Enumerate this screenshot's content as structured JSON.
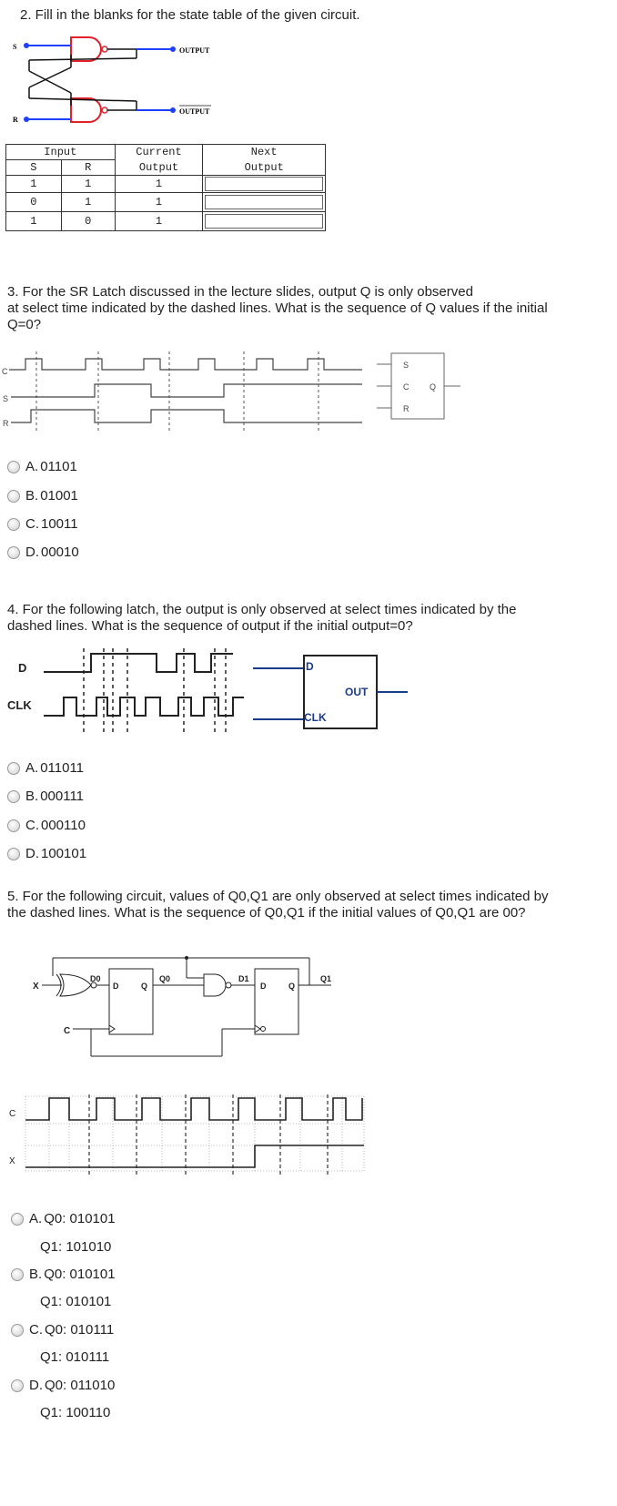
{
  "q2": {
    "title": "2. Fill in the blanks for the state table of the given circuit.",
    "label_s": "S",
    "label_r": "R",
    "label_output": "OUTPUT",
    "label_output_bar": "OUTPUT",
    "table": {
      "h_input": "Input",
      "h_current": "Current",
      "h_current2": "Output",
      "h_next": "Next",
      "h_next2": "Output",
      "h_s": "S",
      "h_r": "R",
      "rows": [
        {
          "s": "1",
          "r": "1",
          "cur": "1"
        },
        {
          "s": "0",
          "r": "1",
          "cur": "1"
        },
        {
          "s": "1",
          "r": "0",
          "cur": "1"
        }
      ]
    }
  },
  "q3": {
    "line1": "3. For the SR Latch discussed in the lecture slides, output Q is only observed",
    "line2": "at select time indicated by the dashed lines.  What is the sequence of Q values if the initial",
    "line3": "Q=0?",
    "sig_c": "C",
    "sig_s": "S",
    "sig_r": "R",
    "box_s": "S",
    "box_c": "C",
    "box_r": "R",
    "box_q": "Q",
    "options": [
      {
        "letter": "A.",
        "value": "01101"
      },
      {
        "letter": "B.",
        "value": "01001"
      },
      {
        "letter": "C.",
        "value": "10011"
      },
      {
        "letter": "D.",
        "value": "00010"
      }
    ]
  },
  "q4": {
    "line1": "4. For the following latch, the output is only observed at select times indicated by the",
    "line2": "dashed lines.  What is the sequence of output if the initial output=0?",
    "sig_d": "D",
    "sig_clk": "CLK",
    "box_d": "D",
    "box_clk": "CLK",
    "box_out": "OUT",
    "options": [
      {
        "letter": "A.",
        "value": "011011"
      },
      {
        "letter": "B.",
        "value": "000111"
      },
      {
        "letter": "C.",
        "value": "000110"
      },
      {
        "letter": "D.",
        "value": "100101"
      }
    ]
  },
  "q5": {
    "line1": "5. For the following circuit, values of Q0,Q1 are only observed at select times indicated by",
    "line2": "the dashed lines.  What is the sequence of Q0,Q1 if the initial values of Q0,Q1 are 00?",
    "lbl_x": "X",
    "lbl_c": "C",
    "lbl_d0": "D0",
    "lbl_q0": "Q0",
    "lbl_d1": "D1",
    "lbl_q1": "Q1",
    "ff_d": "D",
    "ff_q": "Q",
    "sig_c": "C",
    "sig_x": "X",
    "options": [
      {
        "letter": "A.",
        "q0": "Q0: 010101",
        "q1": "Q1: 101010"
      },
      {
        "letter": "B.",
        "q0": "Q0: 010101",
        "q1": "Q1: 010101"
      },
      {
        "letter": "C.",
        "q0": "Q0: 010111",
        "q1": "Q1: 010111"
      },
      {
        "letter": "D.",
        "q0": "Q0: 011010",
        "q1": "Q1: 100110"
      }
    ]
  }
}
